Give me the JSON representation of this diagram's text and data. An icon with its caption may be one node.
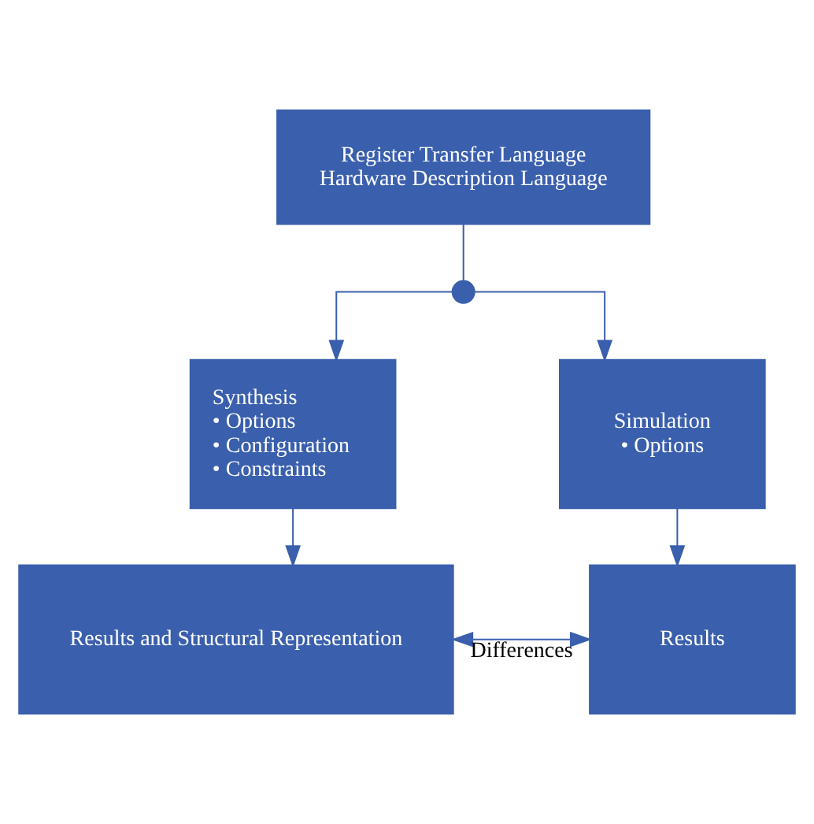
{
  "diagram": {
    "nodes": [
      {
        "text": [
          "Register Transfer Language",
          "Hardware Description Language"
        ]
      },
      {
        "text": [],
        "shape": "circle"
      },
      {
        "text": [
          "Synthesis",
          "• Options",
          "• Configuration",
          "• Constraints"
        ]
      },
      {
        "text": [
          "Simulation",
          "• Options"
        ]
      },
      {
        "text": [
          "Results and Structural Representation"
        ]
      },
      {
        "text": [
          "Results"
        ]
      }
    ],
    "edges": [
      {
        "from": 0,
        "to": 1,
        "arrow": "none"
      },
      {
        "from": 1,
        "to": 2,
        "arrow": "to"
      },
      {
        "from": 1,
        "to": 3,
        "arrow": "to"
      },
      {
        "from": 2,
        "to": 4,
        "arrow": "to"
      },
      {
        "from": 3,
        "to": 5,
        "arrow": "to"
      },
      {
        "from": 4,
        "to": 5,
        "arrow": "both",
        "label": "Differences"
      }
    ]
  }
}
